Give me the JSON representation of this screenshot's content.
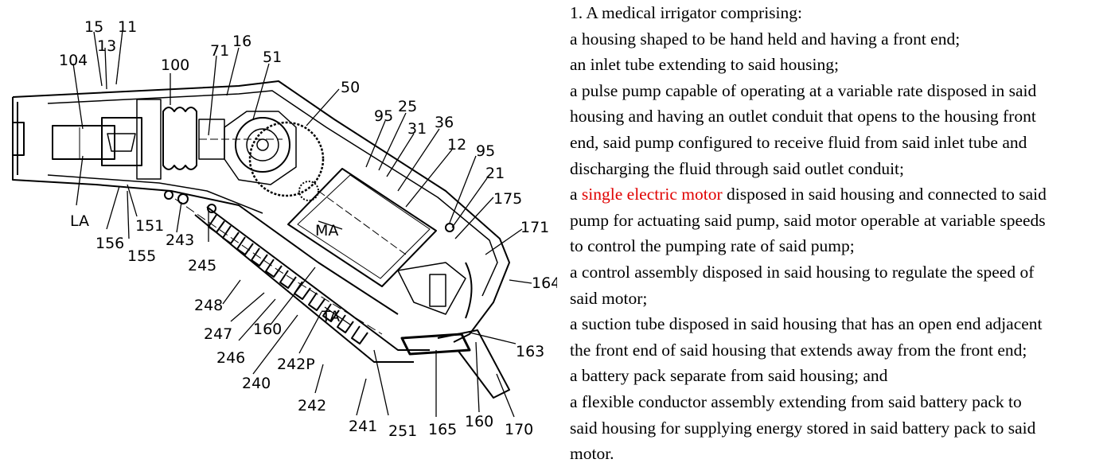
{
  "figure": {
    "labels": {
      "l15": "15",
      "l11": "11",
      "l13": "13",
      "l104": "104",
      "l100": "100",
      "l71": "71",
      "l16": "16",
      "l51": "51",
      "l50": "50",
      "l95a": "95",
      "l25": "25",
      "l31": "31",
      "l36": "36",
      "l12": "12",
      "l95b": "95",
      "l21": "21",
      "l175": "175",
      "l171": "171",
      "l164": "164",
      "lLA": "LA",
      "l156": "156",
      "l155": "155",
      "l151": "151",
      "l243": "243",
      "l245": "245",
      "lMA": "MA",
      "l248": "248",
      "l247": "247",
      "l246": "246",
      "l160a": "160",
      "lTA": "TA",
      "l240": "240",
      "l242P": "242P",
      "l242": "242",
      "l241": "241",
      "l251": "251",
      "l165": "165",
      "l160b": "160",
      "l170": "170",
      "l163": "163"
    }
  },
  "claim": {
    "line1": "1. A medical irrigator comprising:",
    "line2": "a housing shaped to be hand held and having a front end;",
    "line3": "an inlet tube extending to said housing;",
    "line4": "a pulse pump capable of operating at a variable rate disposed in said",
    "line5": "housing and having an outlet conduit that opens to the housing front",
    "line6": "end, said pump configured to receive fluid from said inlet tube and",
    "line7": "discharging the fluid through said outlet conduit;",
    "line8_pre": "a ",
    "line8_hl": "single electric motor",
    "line8_post": " disposed in said housing and connected to said",
    "line9": "pump for actuating said pump, said motor operable at variable speeds",
    "line10": "to control the pumping rate of said pump;",
    "line11": "a control assembly disposed in said housing to regulate the speed of",
    "line12": "said motor;",
    "line13": "a suction tube disposed in said housing that has an open end adjacent",
    "line14": "the front end of said housing that extends away from the front end;",
    "line15": "a battery pack separate from said housing; and",
    "line16": "a flexible conductor assembly extending from said battery pack to",
    "line17": "said housing for supplying energy stored in said battery pack to said",
    "line18": "motor."
  },
  "colors": {
    "highlight": "#e00000"
  }
}
